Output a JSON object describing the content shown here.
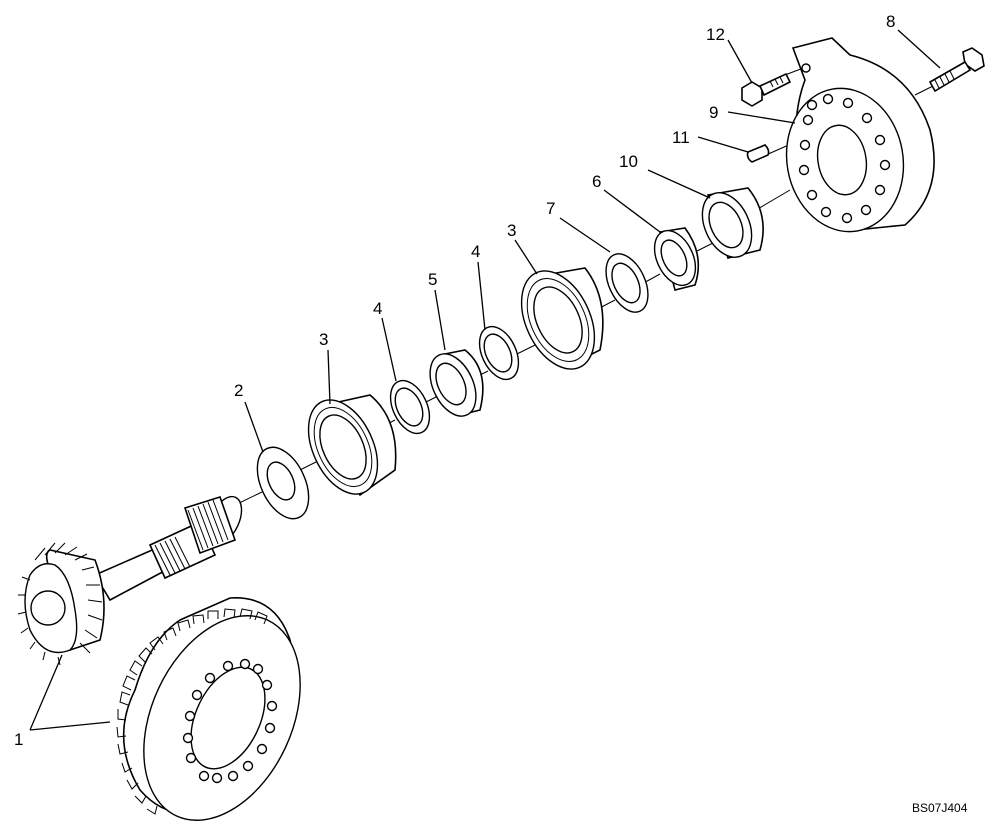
{
  "callouts": {
    "c1": "1",
    "c2": "2",
    "c3a": "3",
    "c3b": "3",
    "c4a": "4",
    "c4b": "4",
    "c5": "5",
    "c6": "6",
    "c7": "7",
    "c8": "8",
    "c9": "9",
    "c10": "10",
    "c11": "11",
    "c12": "12"
  },
  "figure_code": "BS07J404"
}
